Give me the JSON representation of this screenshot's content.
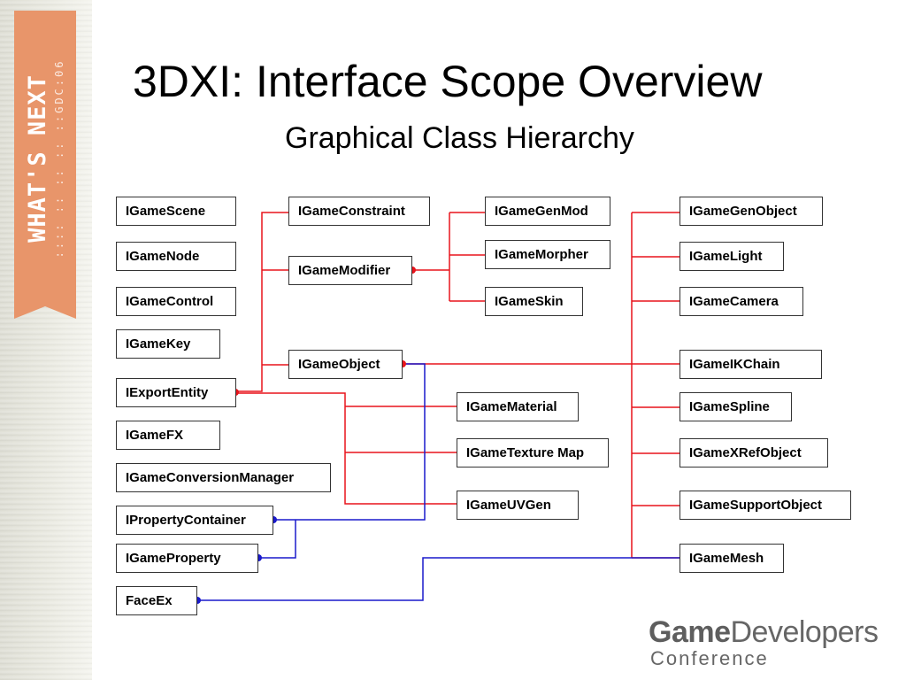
{
  "slide": {
    "title": "3DXI:  Interface Scope Overview",
    "subtitle": "Graphical Class Hierarchy"
  },
  "banner": {
    "main": "WHAT'S NEXT",
    "sub": ":::: :: :: :: ::GDC:06"
  },
  "logo": {
    "word_game": "Game",
    "word_developers": "Developers",
    "word_conference": "Conference"
  },
  "nodes": {
    "igame_scene": "IGameScene",
    "igame_node": "IGameNode",
    "igame_control": "IGameControl",
    "igame_key": "IGameKey",
    "iexport_entity": "IExportEntity",
    "igame_fx": "IGameFX",
    "igame_conversion_manager": "IGameConversionManager",
    "iproperty_container": "IPropertyContainer",
    "igame_property": "IGameProperty",
    "face_ex": "FaceEx",
    "igame_constraint": "IGameConstraint",
    "igame_modifier": "IGameModifier",
    "igame_object": "IGameObject",
    "igame_gen_mod": "IGameGenMod",
    "igame_morpher": "IGameMorpher",
    "igame_skin": "IGameSkin",
    "igame_material": "IGameMaterial",
    "igame_texture_map": "IGameTexture Map",
    "igame_uv_gen": "IGameUVGen",
    "igame_gen_object": "IGameGenObject",
    "igame_light": "IGameLight",
    "igame_camera": "IGameCamera",
    "igame_ik_chain": "IGameIKChain",
    "igame_spline": "IGameSpline",
    "igame_xref_object": "IGameXRefObject",
    "igame_support_object": "IGameSupportObject",
    "igame_mesh": "IGameMesh"
  },
  "colors": {
    "inheritance_line": "#e8141c",
    "aggregation_line": "#1a1acc",
    "banner": "#e8956a"
  }
}
